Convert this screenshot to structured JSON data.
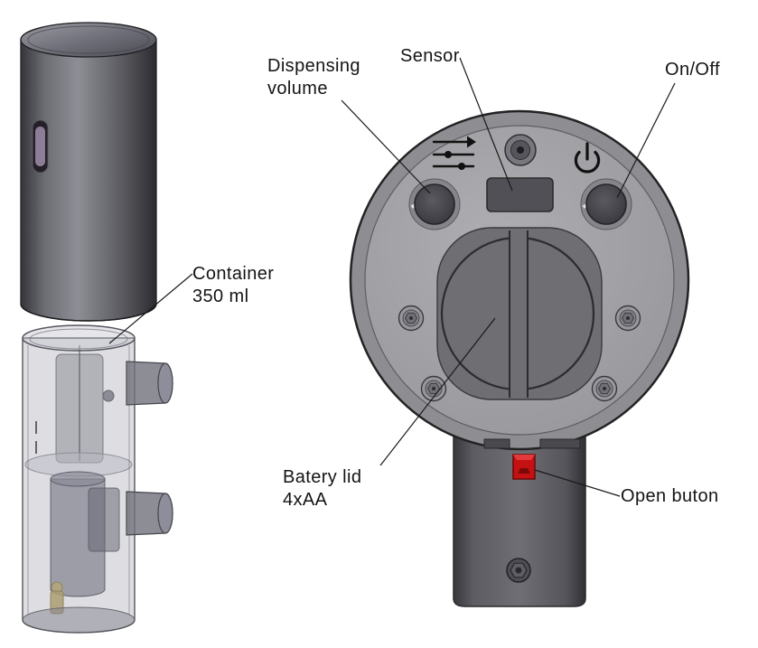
{
  "figure": {
    "labels": {
      "dispensing_volume": {
        "line1": "Dispensing",
        "line2": "volume"
      },
      "sensor": "Sensor",
      "on_off": "On/Off",
      "container": {
        "line1": "Container",
        "line2": "350 ml"
      },
      "battery_lid": {
        "line1": "Batery lid",
        "line2": "4xAA"
      },
      "open_button": "Open buton"
    },
    "colors": {
      "background": "#ffffff",
      "annotation_text": "#141414",
      "leader_line": "#1a1a1a",
      "device_face_gray": "#a2a2a6",
      "device_rim_gray": "#8e8e92",
      "battery_panel_gray": "#6e6e73",
      "button_dark_gray": "#46464c",
      "neck_gray": "#5c5c62",
      "open_button_red": "#c41111"
    },
    "icons": {
      "dispensing_volume": "sliders-arrow-icon",
      "power": "power-icon"
    }
  }
}
